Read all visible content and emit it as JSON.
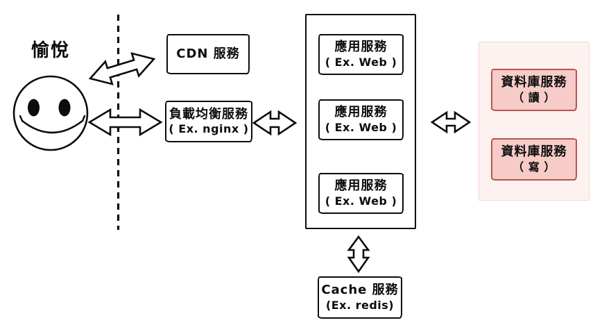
{
  "diagram": {
    "user": {
      "label": "愉悅",
      "icon": "smiley-face-icon"
    },
    "boundary": {
      "style": "vertical-dashed-line"
    },
    "cdn": {
      "title": "CDN 服務"
    },
    "load_balancer": {
      "title": "負載均衡服務",
      "subtitle": "( Ex. nginx )"
    },
    "app_cluster": {
      "nodes": [
        {
          "title": "應用服務",
          "subtitle": "( Ex. Web )"
        },
        {
          "title": "應用服務",
          "subtitle": "( Ex. Web )"
        },
        {
          "title": "應用服務",
          "subtitle": "( Ex. Web )"
        }
      ]
    },
    "cache": {
      "title": "Cache 服務",
      "subtitle": "(Ex. redis)"
    },
    "database_cluster": {
      "nodes": [
        {
          "title": "資料庫服務",
          "subtitle": "（ 讀 ）"
        },
        {
          "title": "資料庫服務",
          "subtitle": "（ 寫 ）"
        }
      ]
    },
    "connections": [
      {
        "from": "user",
        "to": "cdn",
        "type": "bidirectional"
      },
      {
        "from": "user",
        "to": "load_balancer",
        "type": "bidirectional"
      },
      {
        "from": "load_balancer",
        "to": "app_cluster",
        "type": "bidirectional"
      },
      {
        "from": "app_cluster",
        "to": "database_cluster",
        "type": "bidirectional"
      },
      {
        "from": "app_cluster",
        "to": "cache",
        "type": "bidirectional"
      }
    ],
    "colors": {
      "line": "#0c0c0c",
      "db_container_fill": "#fdf2f0",
      "db_container_border": "#f2d6d1",
      "db_box_fill": "#f6cbc8",
      "db_box_border": "#b5544e"
    }
  }
}
